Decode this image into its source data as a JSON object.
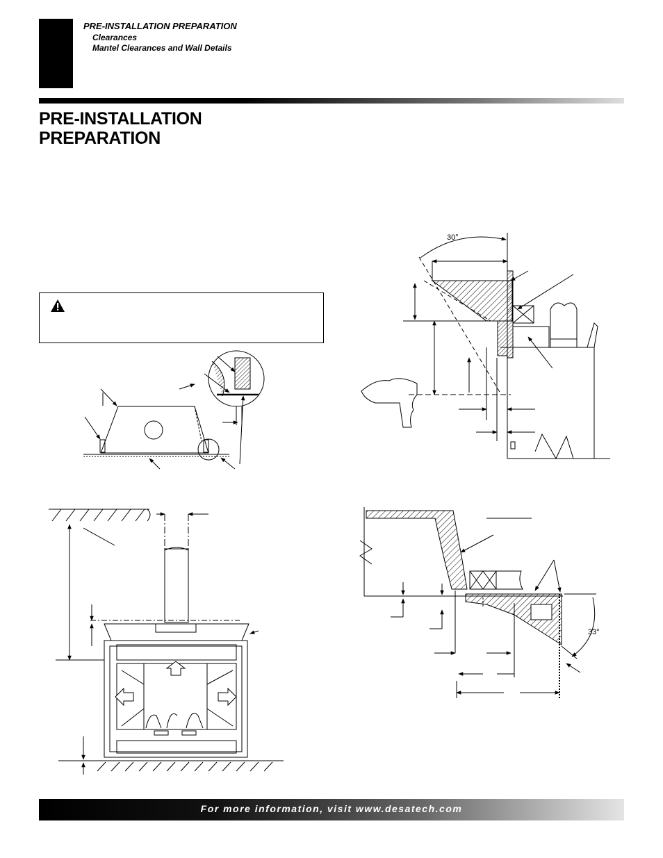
{
  "header": {
    "section_title": "PRE-INSTALLATION PREPARATION",
    "sub_items": [
      "Clearances",
      "Mantel Clearances and Wall Details"
    ]
  },
  "page_title_lines": [
    "PRE-INSTALLATION",
    "PREPARATION"
  ],
  "warning_icon": "warning-triangle-icon",
  "figures": {
    "angle_top_right": "30°",
    "angle_bottom_right": "33°"
  },
  "footer": {
    "text": "For more information, visit www.desatech.com"
  }
}
